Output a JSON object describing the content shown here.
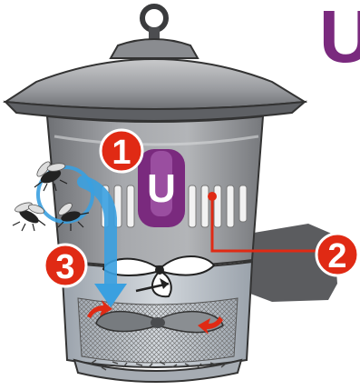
{
  "corner_letter": "U",
  "lamp_letter": "U",
  "steps": [
    {
      "number": "1"
    },
    {
      "number": "2"
    },
    {
      "number": "3"
    }
  ],
  "colors": {
    "badge_red": "#e02a14",
    "brand_purple": "#7a2a7e",
    "flow_blue": "#3aa0e0",
    "metal_gray": "#8d8f93",
    "cup_gray": "#b9c0c8"
  },
  "icons": [
    "hanger-ring-icon",
    "insect-icon",
    "fan-icon",
    "uv-lamp-icon",
    "rotation-arrow-icon",
    "flow-arrow-icon"
  ]
}
